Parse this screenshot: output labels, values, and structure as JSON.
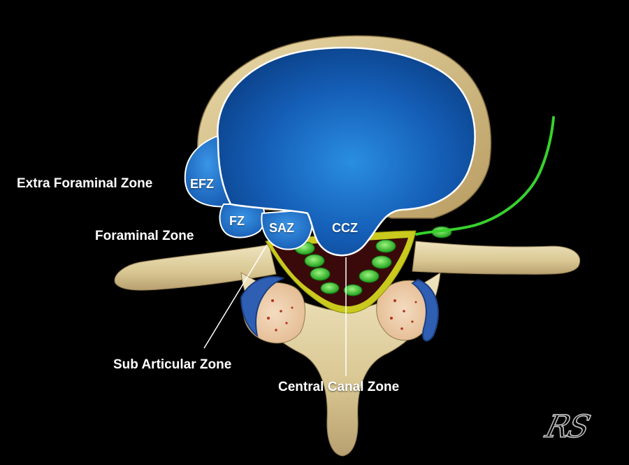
{
  "labels": {
    "extra_foraminal": "Extra Foraminal Zone",
    "foraminal": "Foraminal Zone",
    "sub_articular": "Sub Articular Zone",
    "central_canal": "Central Canal Zone"
  },
  "zones": {
    "efz": "EFZ",
    "fz": "FZ",
    "saz": "SAZ",
    "ccz": "CCZ"
  },
  "signature": "RS",
  "colors": {
    "background": "#000000",
    "disc_center": "#2a8ee0",
    "disc_edge": "#0a3f86",
    "zone_blue": "#1f74d0",
    "bone": "#e2d3a4",
    "nerve_green": "#37d22c",
    "ligament_yellow": "#c9c91e",
    "label_text": "#ffffff"
  }
}
